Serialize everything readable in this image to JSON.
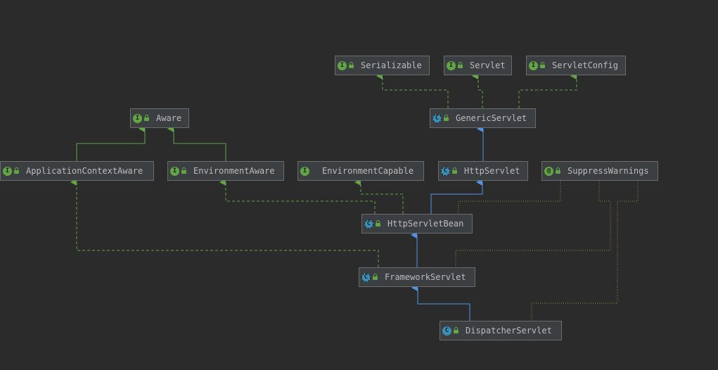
{
  "nodes": {
    "serializable": {
      "label": "Serializable",
      "kind": "I",
      "icon": "interface-icon"
    },
    "servlet": {
      "label": "Servlet",
      "kind": "I",
      "icon": "interface-icon"
    },
    "servletconfig": {
      "label": "ServletConfig",
      "kind": "I",
      "icon": "interface-icon"
    },
    "genericservlet": {
      "label": "GenericServlet",
      "kind": "C",
      "icon": "abstract-class-icon"
    },
    "aware": {
      "label": "Aware",
      "kind": "I",
      "icon": "interface-icon"
    },
    "applicationcontextaware": {
      "label": "ApplicationContextAware",
      "kind": "I",
      "icon": "interface-icon"
    },
    "environmentaware": {
      "label": "EnvironmentAware",
      "kind": "I",
      "icon": "interface-icon"
    },
    "environmentcapable": {
      "label": "EnvironmentCapable",
      "kind": "I",
      "icon": "interface-icon"
    },
    "httpservlet": {
      "label": "HttpServlet",
      "kind": "C",
      "icon": "abstract-class-icon"
    },
    "suppresswarnings": {
      "label": "SuppressWarnings",
      "kind": "@",
      "icon": "annotation-icon"
    },
    "httpservletbean": {
      "label": "HttpServletBean",
      "kind": "C",
      "icon": "abstract-class-icon"
    },
    "frameworkservlet": {
      "label": "FrameworkServlet",
      "kind": "C",
      "icon": "abstract-class-icon"
    },
    "dispatcherservlet": {
      "label": "DispatcherServlet",
      "kind": "C",
      "icon": "class-icon"
    }
  },
  "colors": {
    "implements": "#62a545",
    "extends": "#5294e2",
    "annotation": "#8a8a3e"
  }
}
